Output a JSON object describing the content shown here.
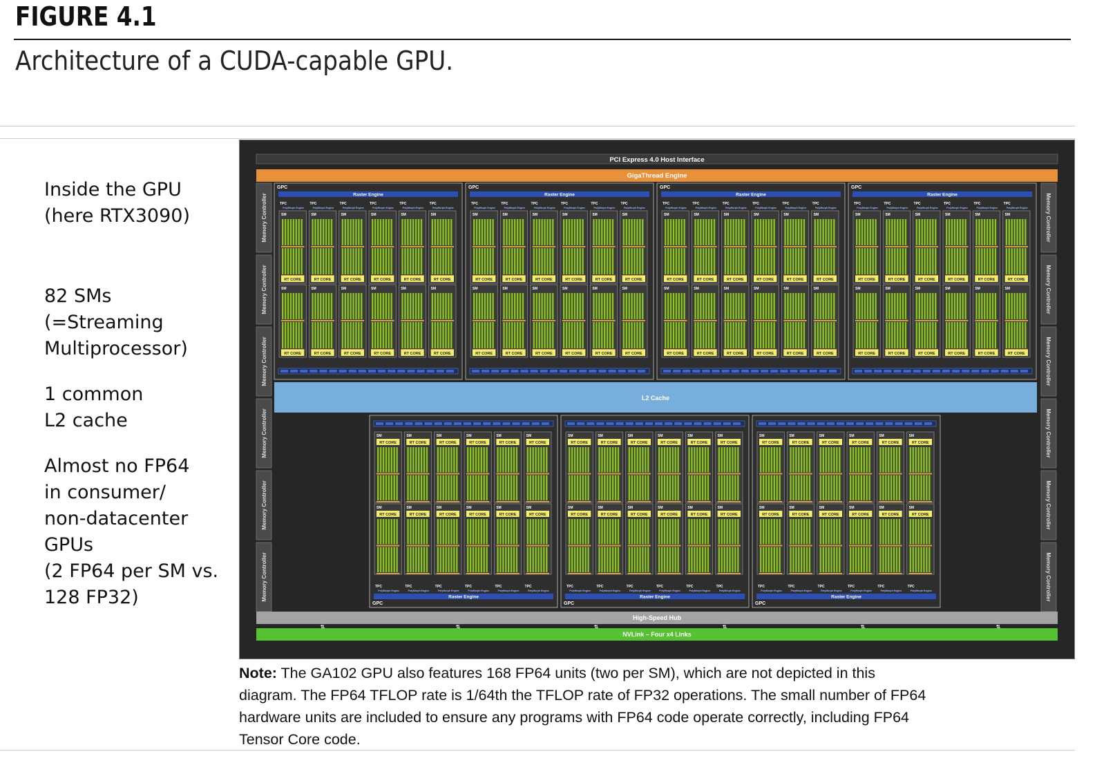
{
  "figure": {
    "label": "FIGURE 4.1",
    "caption": "Architecture of a CUDA-capable GPU."
  },
  "sidebar": {
    "block1": [
      "Inside the GPU",
      "(here RTX3090)"
    ],
    "block2": [
      "82 SMs",
      "(=Streaming",
      "Multiprocessor)"
    ],
    "block3": [
      "1 common",
      "L2 cache"
    ],
    "block4": [
      "Almost no FP64",
      "in consumer/",
      "non-datacenter",
      "GPUs",
      "(2 FP64 per SM vs.",
      "128 FP32)"
    ]
  },
  "diagram": {
    "pcie_label": "PCI Express 4.0 Host Interface",
    "gigathread_label": "GigaThread Engine",
    "l2_label": "L2 Cache",
    "hub_label": "High-Speed Hub",
    "nvlink_label": "NVLink – Four x4 Links",
    "gpc_label": "GPC",
    "raster_label": "Raster Engine",
    "tpc_label": "TPC",
    "polymorph_label": "PolyMorph Engine",
    "sm_label": "SM",
    "rt_core_label": "RT CORE",
    "memory_controller_label": "Memory Controller",
    "top_gpc_count": 4,
    "bottom_gpc_count": 3,
    "tpcs_per_gpc": 6,
    "memory_controllers_per_side": 6,
    "colors": {
      "background": "#262626",
      "pcie": "#3a3a3a",
      "gigathread": "#e8913a",
      "l2": "#78aedc",
      "hub": "#a3a3a3",
      "nvlink": "#56c232",
      "raster": "#2c4fb6",
      "core_green": "#8cc41e",
      "rt_core": "#f4f06e",
      "memory_controller": "#4a4a4a"
    }
  },
  "note": {
    "bold": "Note:",
    "lines": [
      " The GA102 GPU also features 168 FP64 units (two per SM), which are not depicted in this",
      "diagram. The FP64 TFLOP rate is 1/64th the TFLOP rate of FP32 operations. The small number of FP64",
      "hardware units are included to ensure any programs with FP64 code operate correctly, including FP64",
      "Tensor Core code."
    ]
  }
}
